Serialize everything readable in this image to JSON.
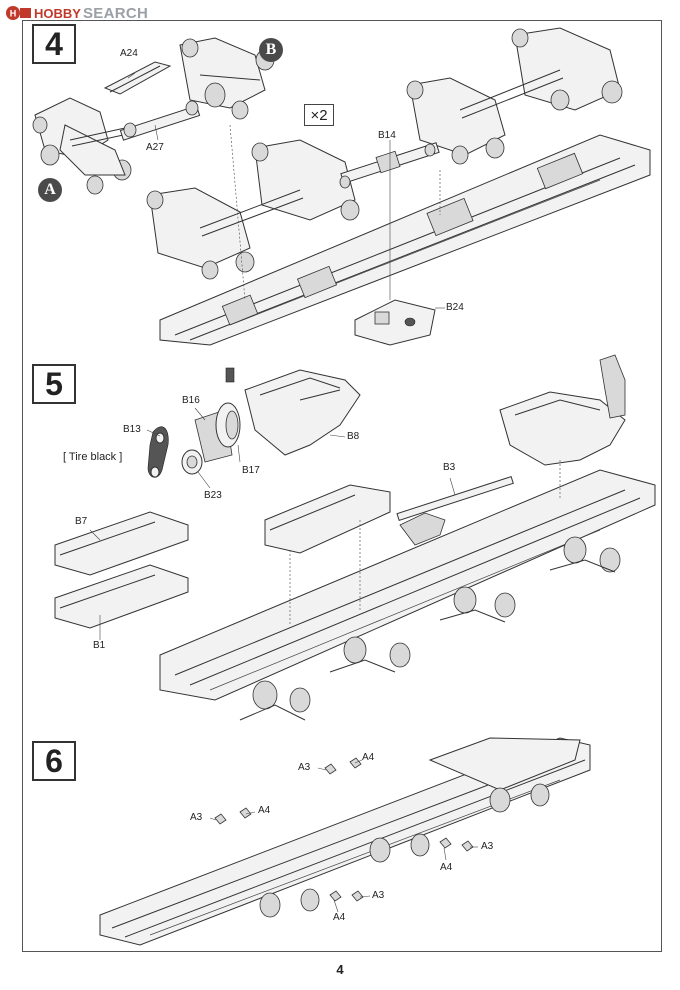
{
  "watermark": {
    "brand": "HOBBY",
    "text": "SEARCH"
  },
  "page_number": "4",
  "steps": [
    {
      "number": "4",
      "multiplier": "×2",
      "callouts": [
        "A",
        "B"
      ],
      "part_labels": [
        "A24",
        "A27",
        "B14",
        "B24"
      ]
    },
    {
      "number": "5",
      "tire_note": "[ Tire black ]",
      "part_labels": [
        "B16",
        "B13",
        "B8",
        "B17",
        "B23",
        "B3",
        "B7",
        "B1"
      ]
    },
    {
      "number": "6",
      "part_labels": [
        "A3",
        "A4",
        "A3",
        "A4",
        "A3",
        "A4",
        "A3",
        "A4"
      ]
    }
  ]
}
